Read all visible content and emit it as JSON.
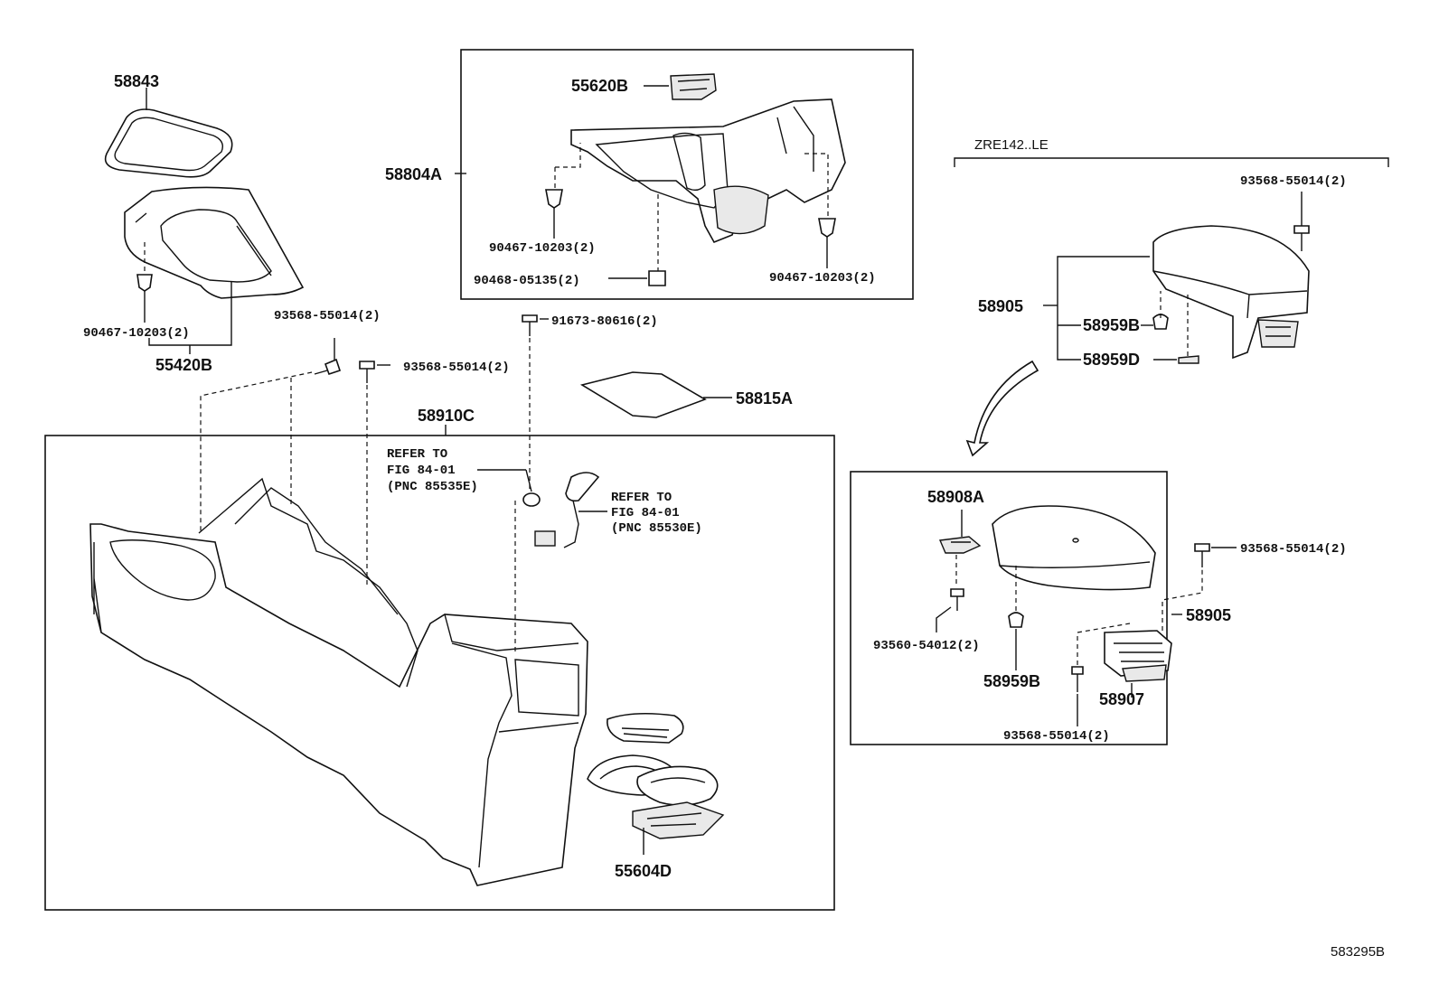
{
  "diagram": {
    "part_labels": {
      "p58843": "58843",
      "p55420B": "55420B",
      "p58804A": "58804A",
      "p55620B": "55620B",
      "p58910C": "58910C",
      "p58815A": "58815A",
      "p55604D": "55604D",
      "p58905_top": "58905",
      "p58959B_top": "58959B",
      "p58959D": "58959D",
      "p58908A": "58908A",
      "p58959B_bottom": "58959B",
      "p58907": "58907",
      "p58905_bottom": "58905"
    },
    "fastener_labels": {
      "f90467_left": "90467-10203(2)",
      "f90467_box_left": "90467-10203(2)",
      "f90468": "90468-05135(2)",
      "f90467_box_right": "90467-10203(2)",
      "f91673": "91673-80616(2)",
      "f93568_a": "93568-55014(2)",
      "f93568_b": "93568-55014(2)",
      "f93568_top_right": "93568-55014(2)",
      "f93568_bottom_right": "93568-55014(2)",
      "f93568_bottom": "93568-55014(2)",
      "f93560": "93560-54012(2)"
    },
    "refer_notes": {
      "note1_line1": "REFER TO",
      "note1_line2": "FIG 84-01",
      "note1_line3": "(PNC 85535E)",
      "note2_line1": "REFER TO",
      "note2_line2": "FIG 84-01",
      "note2_line3": "(PNC 85530E)"
    },
    "variant_label": "ZRE142..LE",
    "figure_code": "583295B"
  }
}
